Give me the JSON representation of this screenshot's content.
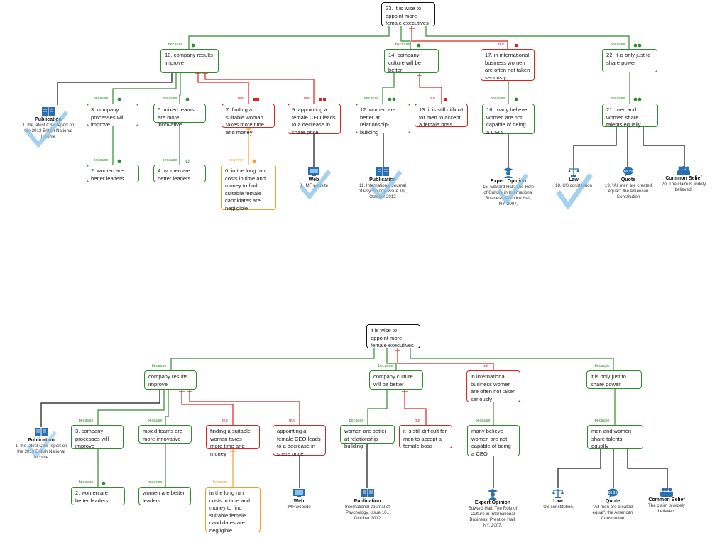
{
  "colors": {
    "support": "#2e8b2e",
    "oppose": "#dd2222",
    "rebut": "#f0a030",
    "root": "#111111",
    "icon": "#2a6fb0",
    "tick": "#87c1e6"
  },
  "rel": {
    "because": "because",
    "but": "but",
    "however": "however"
  },
  "top": {
    "root": "23. It is wise to appoint more female executives",
    "n10": "10. company results improve",
    "n14": "14. company culture will be better",
    "n17": "17. in international business women are often not taken seriously",
    "n22": "22. it is only just to share power",
    "n3": "3. company processes will improve",
    "n5": "5. mixed teams are more innovative",
    "n7": "7. finding a suitable woman takes more time and money",
    "n9": "9. appointing a female CEO leads to a decrease in share price",
    "n12": "12. women are better at relationship-building",
    "n13": "13. it is still difficult for men to accept a female boss",
    "n16": "16. many believe women are not capable of being a CEO",
    "n21": "21. men and women share talents equally",
    "n2": "2. women are better leaders",
    "n4": "4. women are better leaders",
    "n6": "6. in the long run costs in time and money to find suitable female candidates are negligible",
    "s1_title": "Publication",
    "s1_text": "1. the latest CBS report on the 2013 British National Income",
    "s8_title": "Web",
    "s8_text": "8. IMF website",
    "s11_title": "Publication",
    "s11_text": "11. International Journal of Psychology, issue 10., October 2012",
    "s15_title": "Expert Opinion",
    "s15_text": "15. Edward Hall: The Role of Culture in International Business, Prentice Hall, NY, 2007.",
    "s18_title": "Law",
    "s18_text": "18. US constitution",
    "s19_title": "Quote",
    "s19_text": "19. \"All men are created equal\", the American Constitution",
    "s20_title": "Common Belief",
    "s20_text": "20. The claim is widely believed."
  },
  "bottom": {
    "root": "it is wise to appoint more female executives",
    "n10": "company results improve",
    "n14": "company culture will be better",
    "n17": "in international business women are often not taken seriously",
    "n22": "it is only just to share power",
    "n3": "3. company processes will improve",
    "n5": "mixed teams are more innovative",
    "n7": "finding a suitable woman takes more time and money",
    "n9": "appointing a female CEO leads to a decrease in share price",
    "n12": "women are better at relationship-building",
    "n13": "it is still difficult for men to accept a female boss",
    "n16": "many believe women are not capable of being a CEO",
    "n21": "men and women share talents equally",
    "n2": "2. women are better leaders",
    "n4": "women are better leaders",
    "n6": "in the long run costs in time and money to find suitable female candidates are negligible",
    "s1_title": "Publication",
    "s1_text": "1. the latest CBS report on the 2013 British National Income",
    "s8_title": "Web",
    "s8_text": "IMF website",
    "s11_title": "Publication",
    "s11_text": "International Journal of Psychology, issue 10., October 2012",
    "s15_title": "Expert Opinion",
    "s15_text": "Edward Hall: The Role of Culture in International Business, Prentice Hall, NY, 2007.",
    "s18_title": "Law",
    "s18_text": "US constitution",
    "s19_title": "Quote",
    "s19_text": "\"All men are created equal\", the American Constitution",
    "s20_title": "Common Belief",
    "s20_text": "The claim is widely believed."
  }
}
